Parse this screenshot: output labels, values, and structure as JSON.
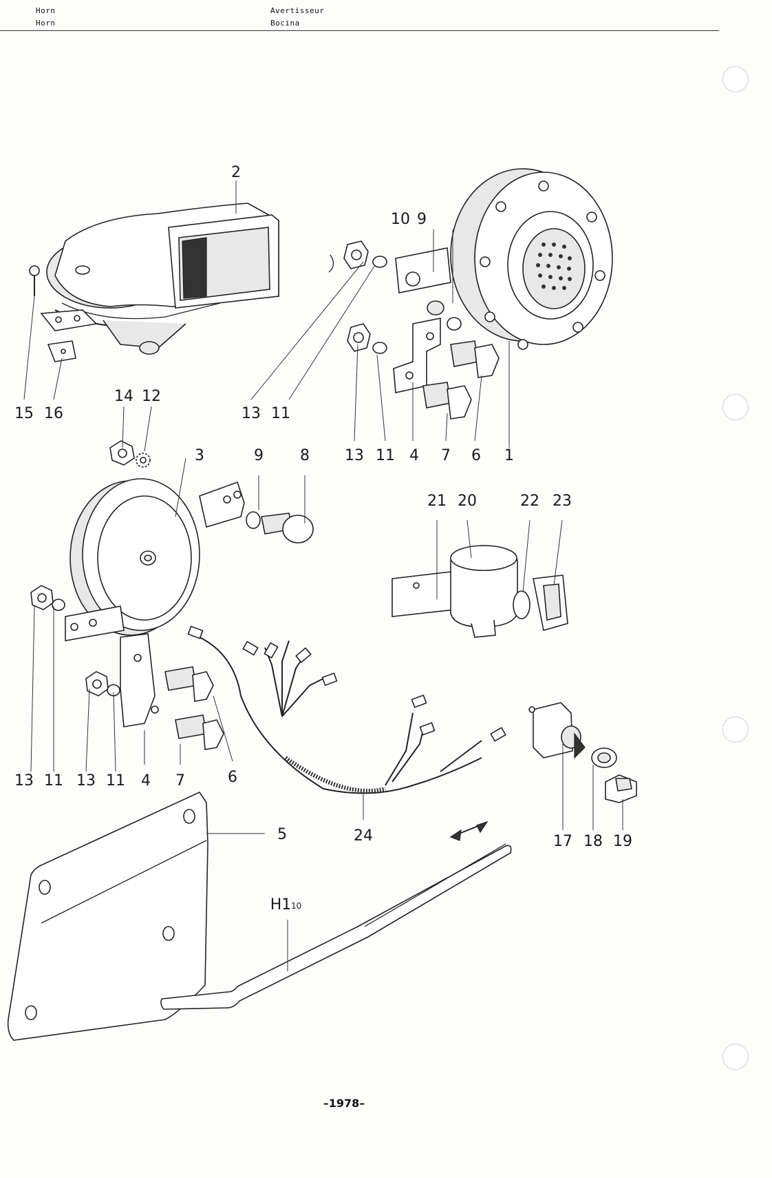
{
  "header": {
    "left_line1": "Horn",
    "left_line2": "Horn",
    "right_line1": "Avertisseur",
    "right_line2": "Bocina"
  },
  "callouts": {
    "c1": "1",
    "c2": "2",
    "c3": "3",
    "c4a": "4",
    "c4b": "4",
    "c5": "5",
    "c6a": "6",
    "c6b": "6",
    "c7a": "7",
    "c7b": "7",
    "c8": "8",
    "c9a": "9",
    "c9b": "9",
    "c10": "10",
    "c11a": "11",
    "c11b": "11",
    "c11c": "11",
    "c11d": "11",
    "c12": "12",
    "c13a": "13",
    "c13b": "13",
    "c13c": "13",
    "c13d": "13",
    "c14": "14",
    "c15": "15",
    "c16": "16",
    "c17": "17",
    "c18": "18",
    "c19": "19",
    "c20": "20",
    "c21": "21",
    "c22": "22",
    "c23": "23",
    "c24": "24",
    "h1_main": "H1",
    "h1_sub": "10"
  },
  "footer": {
    "page_number": "–1978–"
  }
}
